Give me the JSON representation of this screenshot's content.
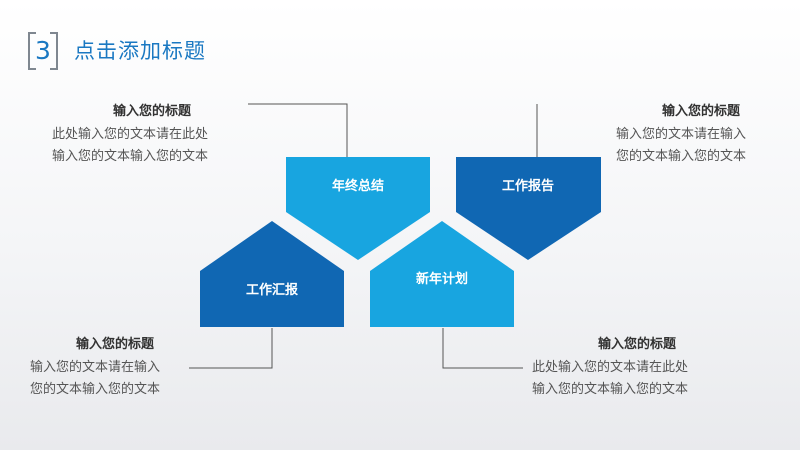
{
  "header": {
    "number": "3",
    "title": "点击添加标题"
  },
  "colors": {
    "light_blue": "#18a5e0",
    "dark_blue": "#1067b3",
    "connector": "#555555",
    "title_blue": "#1a78c2"
  },
  "shapes": [
    {
      "label": "年终总结",
      "color": "light_blue"
    },
    {
      "label": "工作报告",
      "color": "dark_blue"
    },
    {
      "label": "工作汇报",
      "color": "dark_blue"
    },
    {
      "label": "新年计划",
      "color": "light_blue"
    }
  ],
  "callouts": [
    {
      "heading": "输入您的标题",
      "lines": [
        "此处输入您的文本请在此处",
        "输入您的文本输入您的文本"
      ]
    },
    {
      "heading": "输入您的标题",
      "lines": [
        "输入您的文本请在输入",
        "您的文本输入您的文本"
      ]
    },
    {
      "heading": "输入您的标题",
      "lines": [
        "输入您的文本请在输入",
        "您的文本输入您的文本"
      ]
    },
    {
      "heading": "输入您的标题",
      "lines": [
        "此处输入您的文本请在此处",
        "输入您的文本输入您的文本"
      ]
    }
  ]
}
